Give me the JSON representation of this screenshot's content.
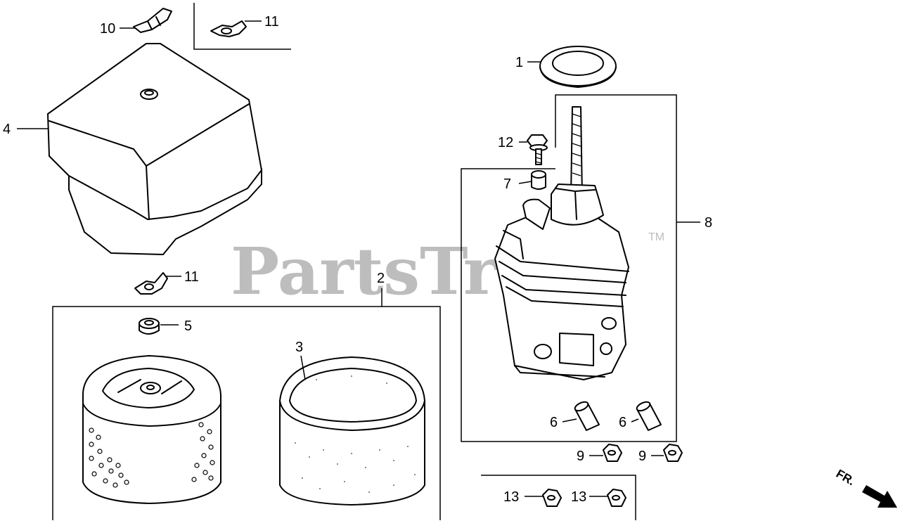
{
  "watermark": {
    "text": "PartsTree",
    "trademark": "TM"
  },
  "direction_indicator": {
    "label": "FR."
  },
  "callouts": {
    "c1": "1",
    "c2": "2",
    "c3": "3",
    "c4": "4",
    "c5": "5",
    "c6a": "6",
    "c6b": "6",
    "c7": "7",
    "c8": "8",
    "c9a": "9",
    "c9b": "9",
    "c10": "10",
    "c11a": "11",
    "c11b": "11",
    "c12": "12",
    "c13a": "13",
    "c13b": "13"
  },
  "colors": {
    "ink": "#000000",
    "watermark": "#bdbdbd",
    "background": "#ffffff"
  }
}
